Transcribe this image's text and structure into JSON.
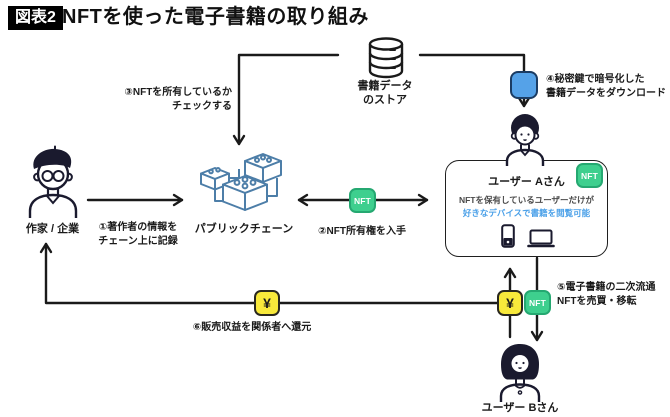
{
  "header": {
    "badge": "図表2",
    "title": "NFTを使った電子書籍の取り組み"
  },
  "nodes": {
    "store": {
      "line1": "書籍データ",
      "line2": "のストア"
    },
    "author": {
      "label": "作家 / 企業"
    },
    "chain": {
      "label": "パブリックチェーン"
    },
    "user_a": {
      "name": "ユーザー Aさん",
      "desc1": "NFTを保有しているユーザーだけが",
      "desc2": "好きなデバイスで書籍を閲覧可能"
    },
    "user_b": {
      "name": "ユーザー Bさん"
    }
  },
  "steps": {
    "s1": {
      "line1": "①著作者の情報を",
      "line2": "チェーン上に記録"
    },
    "s2": {
      "line1": "②NFT所有権を入手"
    },
    "s3": {
      "line1": "③NFTを所有しているか",
      "line2": "チェックする"
    },
    "s4": {
      "line1": "④秘密鍵で暗号化した",
      "line2": "書籍データをダウンロード"
    },
    "s5": {
      "line1": "⑤電子書籍の二次流通",
      "line2": "NFTを売買・移転"
    },
    "s6": {
      "line1": "⑥販売収益を関係者へ還元"
    }
  },
  "badges": {
    "nft": "NFT",
    "yen": "¥"
  },
  "colors": {
    "accent_blue": "#55A2E8",
    "nft_green": "#3ECF8E",
    "yen_yellow": "#F8E93B",
    "chain_blue": "#4D7EA8",
    "link_text_blue": "#4AA0E8",
    "line_dark": "#1A1A1A"
  }
}
